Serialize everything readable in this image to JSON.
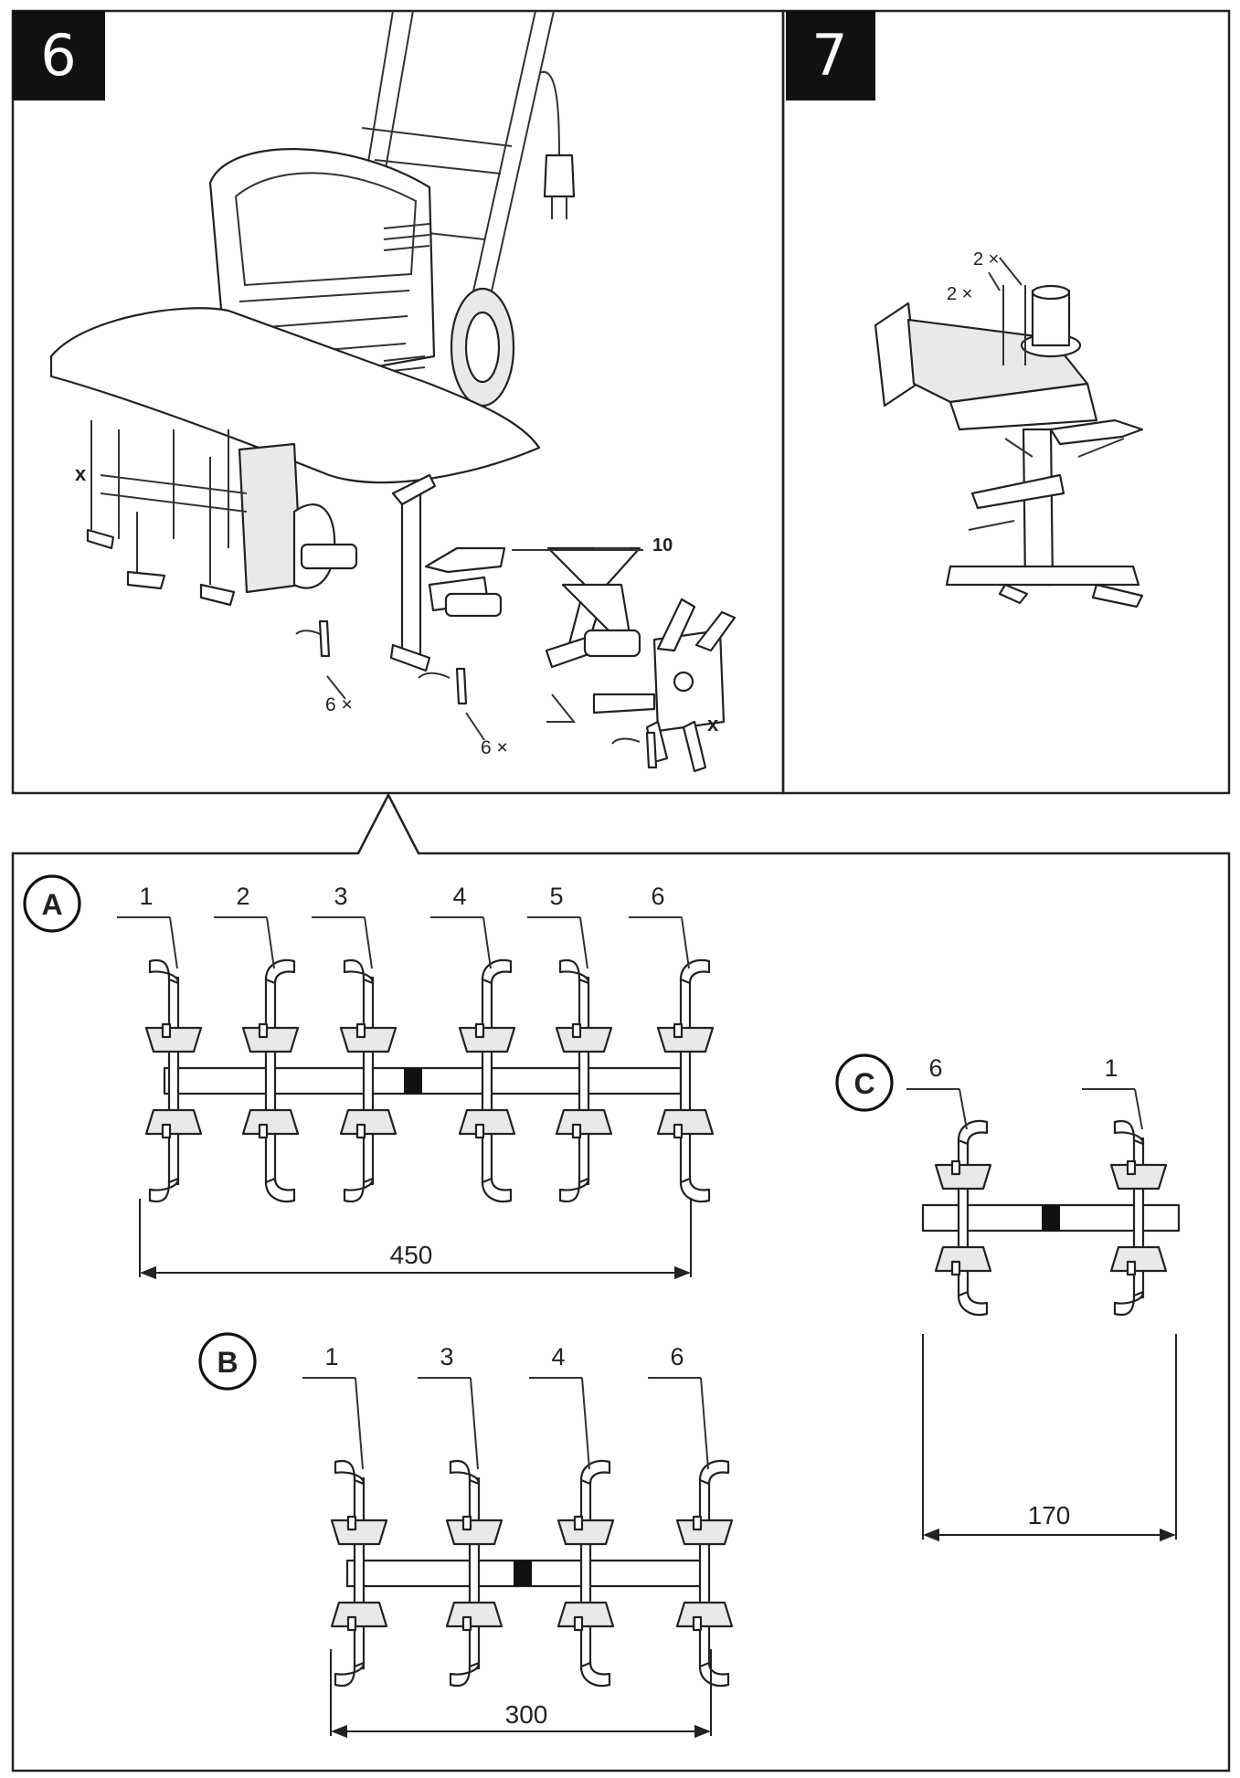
{
  "panels": {
    "fig6": {
      "number": "6",
      "part_label": "10",
      "qty_left": "6 ×",
      "qty_right": "6 ×",
      "mark_left": "x",
      "mark_right": "x"
    },
    "fig7": {
      "number": "7",
      "qty_top": "2 ×",
      "qty_bottom": "2 ×"
    }
  },
  "configs": {
    "A": {
      "letter": "A",
      "tines": [
        "1",
        "2",
        "3",
        "4",
        "5",
        "6"
      ],
      "width": "450"
    },
    "B": {
      "letter": "B",
      "tines": [
        "1",
        "3",
        "4",
        "6"
      ],
      "width": "300"
    },
    "C": {
      "letter": "C",
      "tines": [
        "6",
        "1"
      ],
      "width": "170"
    }
  },
  "colors": {
    "badge": "#111111",
    "line": "#222222",
    "background": "#ffffff"
  }
}
